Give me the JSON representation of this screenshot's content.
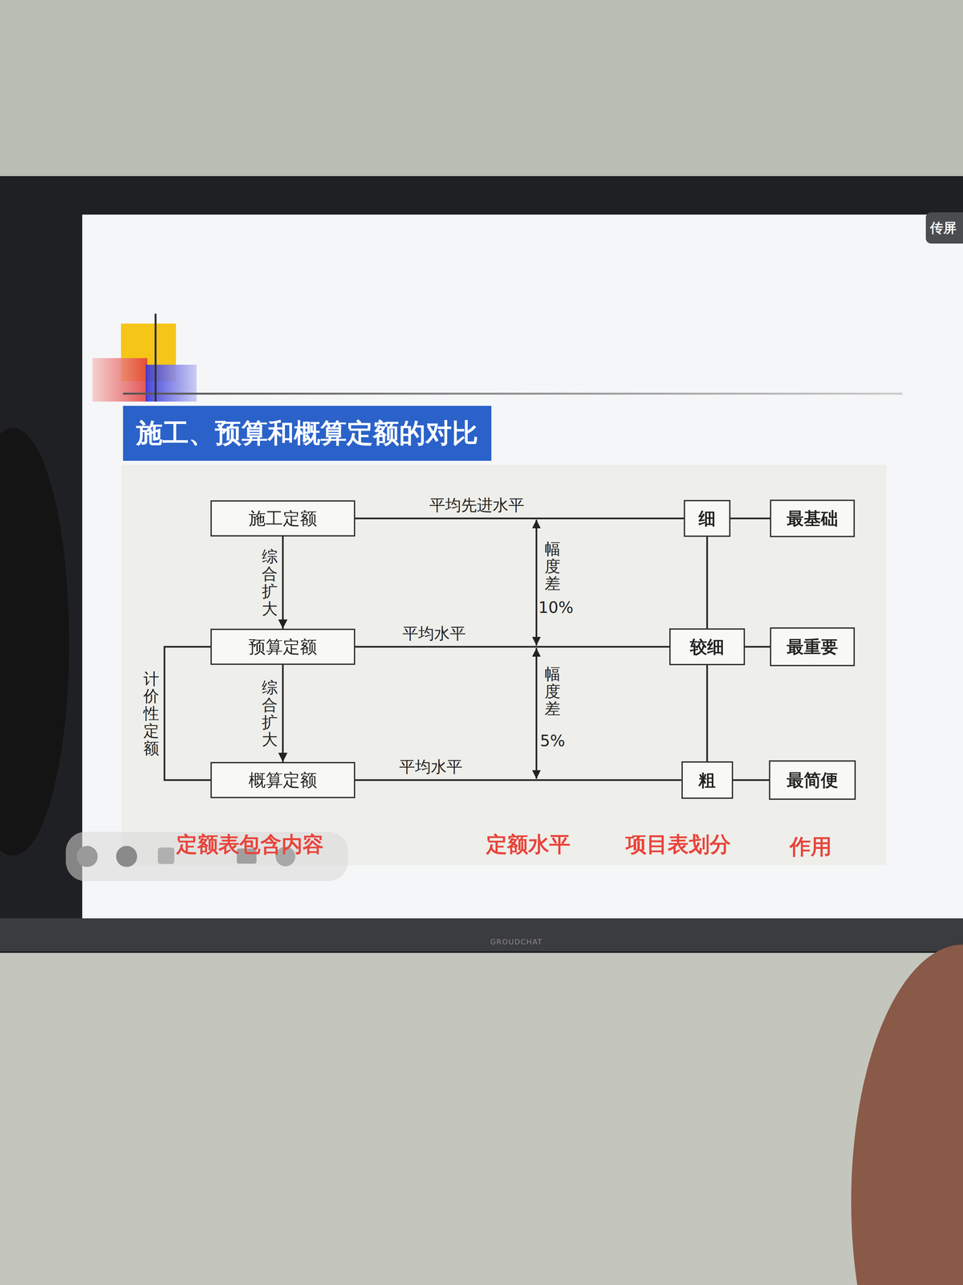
{
  "diagram": {
    "title": "施工、预算和概算定额的对比",
    "nodes": [
      {
        "text": [
          "施工定额"
        ]
      },
      {
        "text": [
          "细"
        ]
      },
      {
        "text": [
          "最基础"
        ]
      },
      {
        "text": [
          "预算定额"
        ]
      },
      {
        "text": [
          "较细"
        ]
      },
      {
        "text": [
          "最重要"
        ]
      },
      {
        "text": [
          "概算定额"
        ]
      },
      {
        "text": [
          "粗"
        ]
      },
      {
        "text": [
          "最简便"
        ]
      }
    ],
    "edges": [
      {
        "from": 0,
        "to": 1,
        "arrow": "none",
        "label": "平均先进水平"
      },
      {
        "from": 1,
        "to": 2,
        "arrow": "none"
      },
      {
        "from": 0,
        "to": 3,
        "arrow": "to",
        "label": "综合扩大"
      },
      {
        "from": 3,
        "to": 4,
        "arrow": "none",
        "label": "平均水平"
      },
      {
        "from": 4,
        "to": 5,
        "arrow": "none"
      },
      {
        "from": 1,
        "to": 4,
        "arrow": "none"
      },
      {
        "from": 3,
        "to": 6,
        "arrow": "to",
        "label": "综合扩大"
      },
      {
        "from": 3,
        "to": 6,
        "arrow": "none",
        "label": "计价性定额"
      },
      {
        "from": 6,
        "to": 7,
        "arrow": "none",
        "label": "平均水平"
      },
      {
        "from": 7,
        "to": 8,
        "arrow": "none"
      },
      {
        "from": 4,
        "to": 7,
        "arrow": "none"
      }
    ],
    "labels": [
      "传屏",
      "幅度差",
      "10%",
      "幅度差",
      "5%",
      "定额表包含内容",
      "定额水平",
      "项目表划分",
      "作用",
      "GROUDCHAT"
    ]
  }
}
